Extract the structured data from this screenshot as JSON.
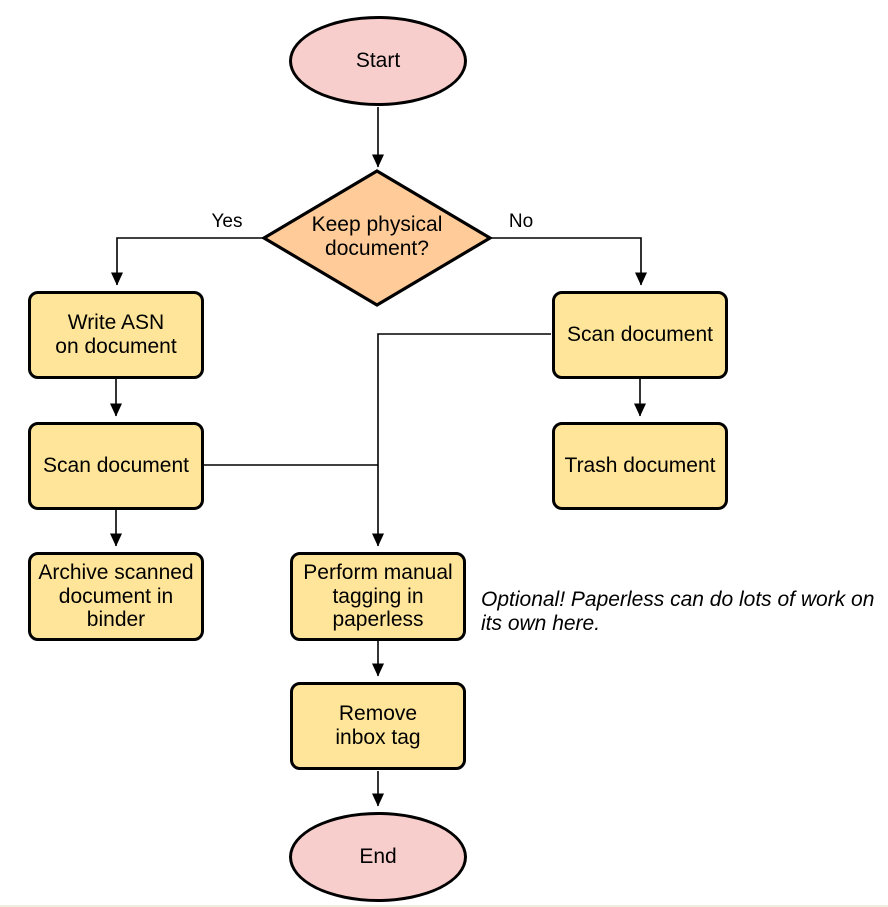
{
  "colors": {
    "terminal-fill": "#F8CECC",
    "decision-fill": "#FFCC99",
    "process-fill": "#FFE599",
    "stroke": "#000000"
  },
  "flowchart": {
    "start": {
      "label": "Start"
    },
    "decision": {
      "label": "Keep physical\ndocument?",
      "yes_label": "Yes",
      "no_label": "No"
    },
    "write_asn": {
      "label": "Write ASN\non document"
    },
    "scan_left": {
      "label": "Scan document"
    },
    "archive": {
      "label": "Archive scanned\ndocument in\nbinder"
    },
    "scan_right": {
      "label": "Scan document"
    },
    "trash": {
      "label": "Trash document"
    },
    "tagging": {
      "label": "Perform manual\ntagging in\npaperless"
    },
    "remove_inbox": {
      "label": "Remove\ninbox tag"
    },
    "end": {
      "label": "End"
    },
    "note": {
      "text": "Optional! Paperless can do lots of work on\nits own here."
    }
  }
}
